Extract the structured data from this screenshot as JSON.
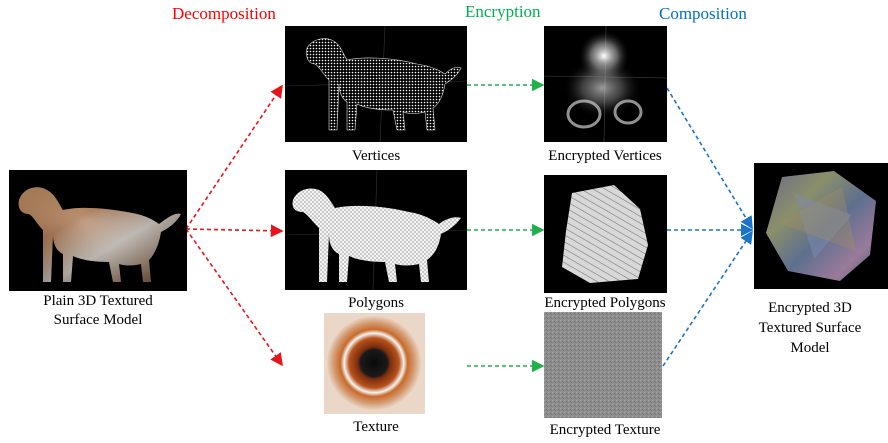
{
  "headings": {
    "decomposition": {
      "text": "Decomposition",
      "color": "#ff0000"
    },
    "encryption": {
      "text": "Encryption",
      "color": "#00b050"
    },
    "composition": {
      "text": "Composition",
      "color": "#0070c0"
    }
  },
  "labels": {
    "plain_model": [
      "Plain 3D Textured",
      "Surface Model"
    ],
    "vertices": "Vertices",
    "polygons": "Polygons",
    "texture": "Texture",
    "enc_vertices": "Encrypted Vertices",
    "enc_polygons": "Encrypted Polygons",
    "enc_texture": "Encrypted Texture",
    "enc_model": [
      "Encrypted 3D",
      "Textured Surface",
      "Model"
    ]
  },
  "arrow_colors": {
    "decomposition": "#e8141b",
    "encryption": "#1fb14a",
    "composition": "#1a74c7"
  }
}
